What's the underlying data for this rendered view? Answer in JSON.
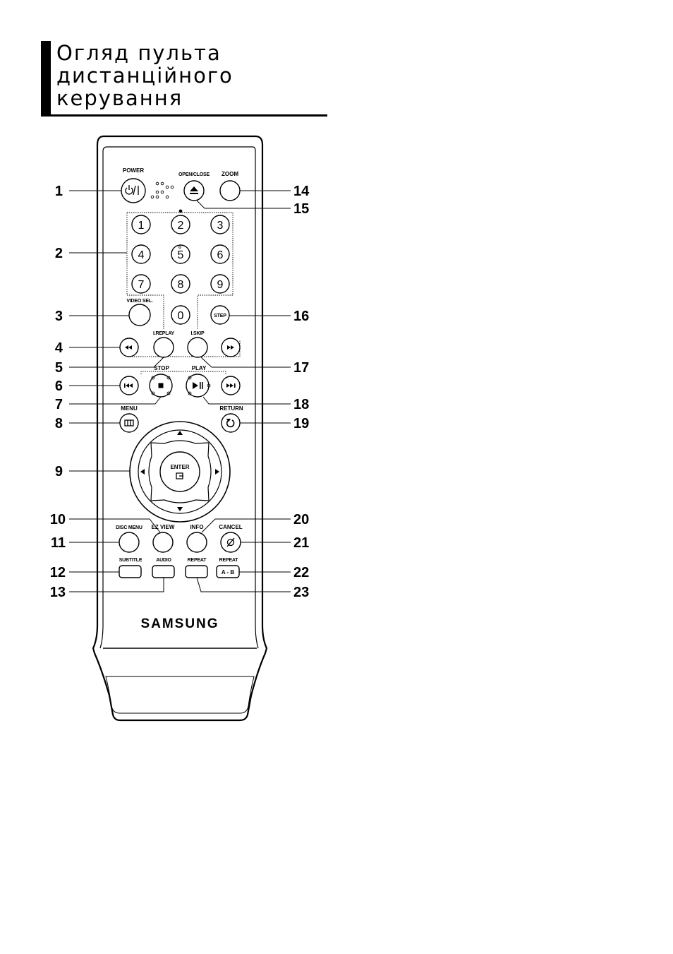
{
  "heading": {
    "lines": [
      "Огляд пульта",
      "дистанційного",
      "керування"
    ]
  },
  "remote": {
    "brand": "SAMSUNG",
    "labels": {
      "power": "POWER",
      "open_close": "OPEN/CLOSE",
      "zoom": "ZOOM",
      "video_sel": "VIDEO SEL.",
      "step": "STEP",
      "i_replay": "I.REPLAY",
      "i_skip": "I.SKIP",
      "stop": "STOP",
      "play": "PLAY",
      "menu": "MENU",
      "return": "RETURN",
      "enter": "ENTER",
      "disc_menu": "DISC MENU",
      "ez_view": "EZ VIEW",
      "info": "INFO",
      "cancel": "CANCEL",
      "subtitle": "SUBTITLE",
      "audio": "AUDIO",
      "repeat": "REPEAT",
      "repeat_ab": "REPEAT",
      "ab": "A - B"
    },
    "digits": [
      "1",
      "2",
      "3",
      "4",
      "5",
      "6",
      "7",
      "8",
      "9",
      "0"
    ],
    "icons": {
      "power": "power-standby-icon",
      "eject": "eject-icon",
      "rewind": "rewind-icon",
      "fast_forward": "fast-forward-icon",
      "skip_back": "skip-back-icon",
      "skip_forward": "skip-forward-icon",
      "stop": "stop-icon",
      "play_pause": "play-pause-icon",
      "menu": "menu-icon",
      "return": "return-icon",
      "arrows": [
        "up-arrow-icon",
        "down-arrow-icon",
        "left-arrow-icon",
        "right-arrow-icon"
      ],
      "enter": "enter-icon",
      "cancel": "cancel-icon"
    }
  },
  "callouts": {
    "left": [
      "1",
      "2",
      "3",
      "4",
      "5",
      "6",
      "7",
      "8",
      "9",
      "10",
      "11",
      "12",
      "13"
    ],
    "right": [
      "14",
      "15",
      "16",
      "17",
      "18",
      "19",
      "20",
      "21",
      "22",
      "23"
    ]
  }
}
